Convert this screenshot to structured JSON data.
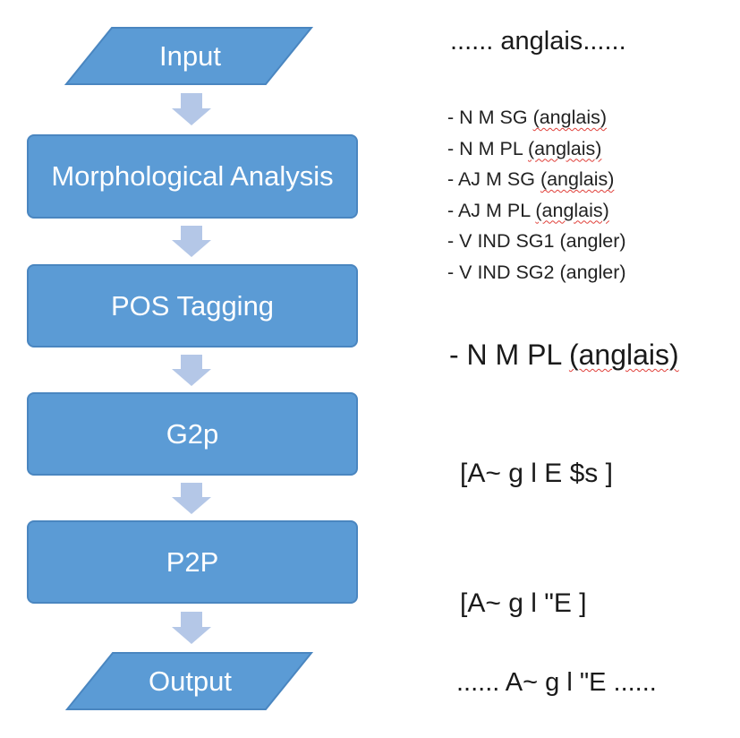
{
  "flow": {
    "input": "Input",
    "steps": [
      "Morphological Analysis",
      "POS Tagging",
      "G2p",
      "P2P"
    ],
    "output": "Output"
  },
  "annotations": {
    "input_text_prefix": "...... ",
    "input_text_word": "anglais",
    "input_text_suffix": "......",
    "morph_results": [
      {
        "tags": "- N M SG ",
        "lemma": "(anglais)"
      },
      {
        "tags": "- N M PL ",
        "lemma": "(anglais)"
      },
      {
        "tags": "- AJ M SG ",
        "lemma": "(anglais)"
      },
      {
        "tags": "- AJ M PL ",
        "lemma": "(anglais)"
      },
      {
        "tags": "- V IND SG1 ",
        "lemma": "(angler)"
      },
      {
        "tags": "- V IND SG2 ",
        "lemma": "(angler)"
      }
    ],
    "pos_result_tags": "- N M PL ",
    "pos_result_lemma": "(anglais)",
    "g2p_result": "[A~ g l E $s ]",
    "p2p_result": "[A~ g l \"E ]",
    "output_text": "...... A~ g l \"E ......"
  },
  "colors": {
    "box_fill": "#5b9bd5",
    "box_border": "#4a86c0",
    "arrow_fill": "#b4c7e7",
    "spell_underline": "#e0403a"
  }
}
